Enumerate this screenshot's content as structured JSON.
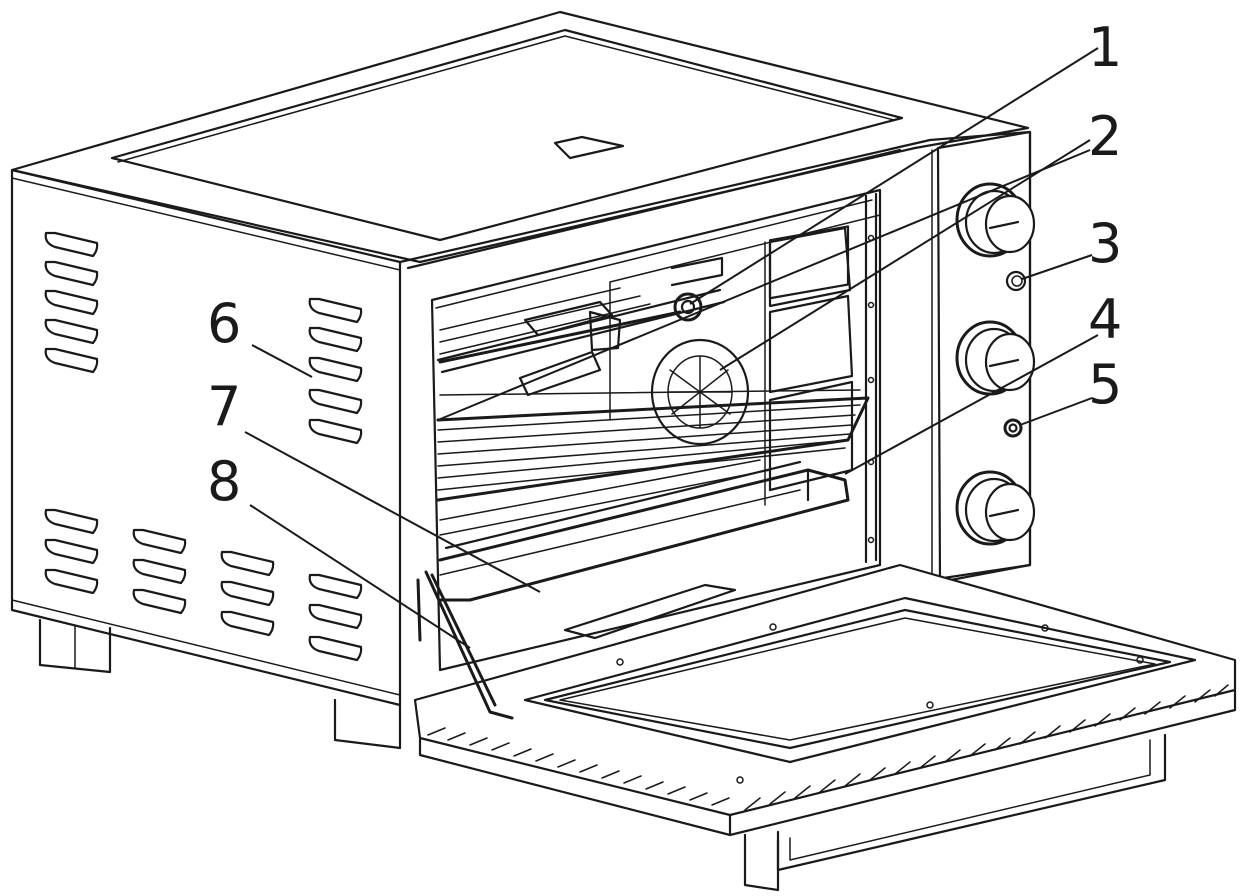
{
  "diagram": {
    "callouts": [
      {
        "number": "1"
      },
      {
        "number": "2"
      },
      {
        "number": "3"
      },
      {
        "number": "4"
      },
      {
        "number": "5"
      },
      {
        "number": "6"
      },
      {
        "number": "7"
      },
      {
        "number": "8"
      }
    ]
  }
}
